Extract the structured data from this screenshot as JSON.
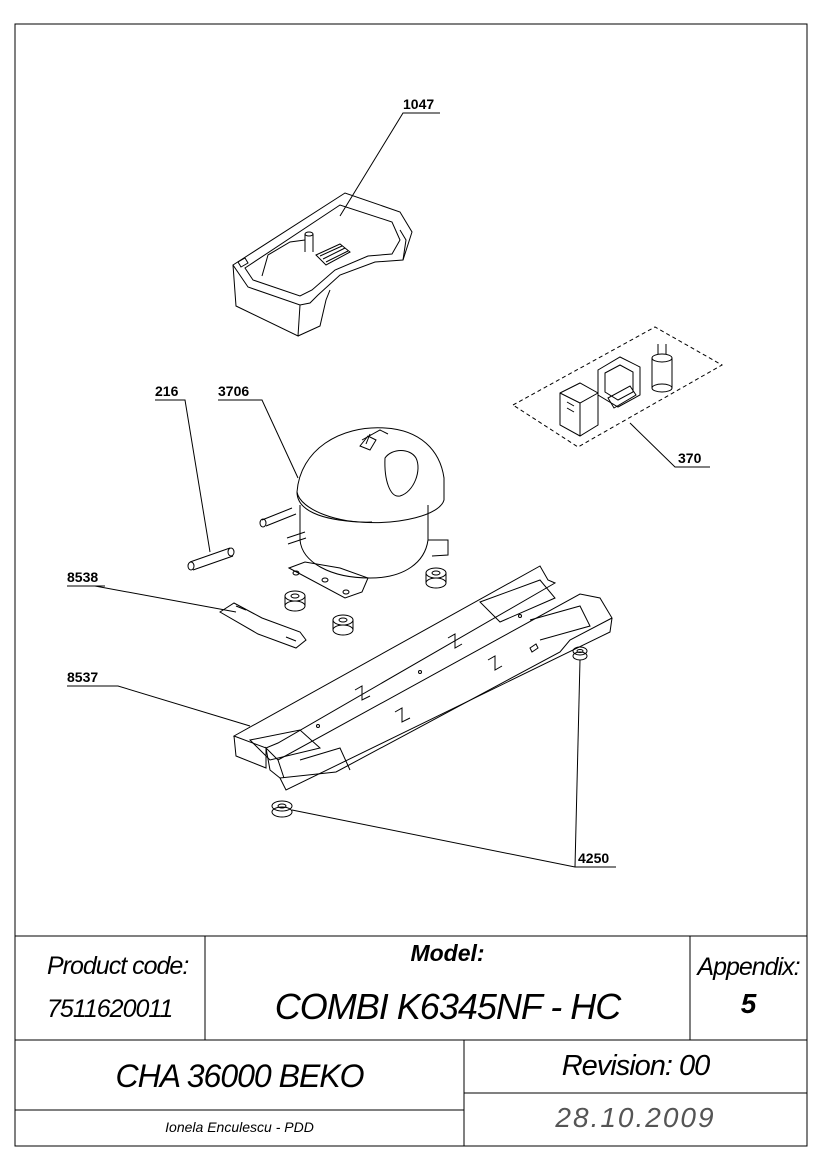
{
  "callouts": {
    "c1047": "1047",
    "c216": "216",
    "c3706": "3706",
    "c370": "370",
    "c8538": "8538",
    "c8537": "8537",
    "c4250": "4250"
  },
  "title_block": {
    "product_code_label": "Product code:",
    "product_code_value": "7511620011",
    "model_label": "Model:",
    "model_value": "COMBI K6345NF - HC",
    "appendix_label": "Appendix:",
    "appendix_value": "5",
    "chassis": "CHA 36000 BEKO",
    "revision": "Revision: 00",
    "author": "Ionela Enculescu - PDD",
    "date": "28.10.2009"
  }
}
